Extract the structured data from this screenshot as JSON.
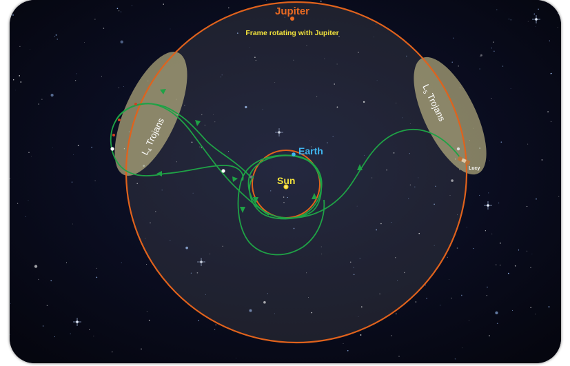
{
  "labels": {
    "jupiter": "Jupiter",
    "frame_note": "Frame rotating with Jupiter",
    "earth": "Earth",
    "sun": "Sun",
    "l4_prefix": "L",
    "l4_sub": "4",
    "l4_suffix": " Trojans",
    "l5_prefix": "L",
    "l5_sub": "5",
    "l5_suffix": " Trojans",
    "lucy": "Lucy"
  },
  "colors": {
    "space": "#07091a",
    "jupiter_orbit": "#e0621c",
    "jupiter_label": "#ea6a22",
    "frame_note": "#f2e23c",
    "earth_label": "#3fb7f0",
    "sun_label": "#f2e23c",
    "trajectory": "#1fa246",
    "trojan_cloud": "#cfc68c",
    "trojan_text": "#ffffff"
  }
}
